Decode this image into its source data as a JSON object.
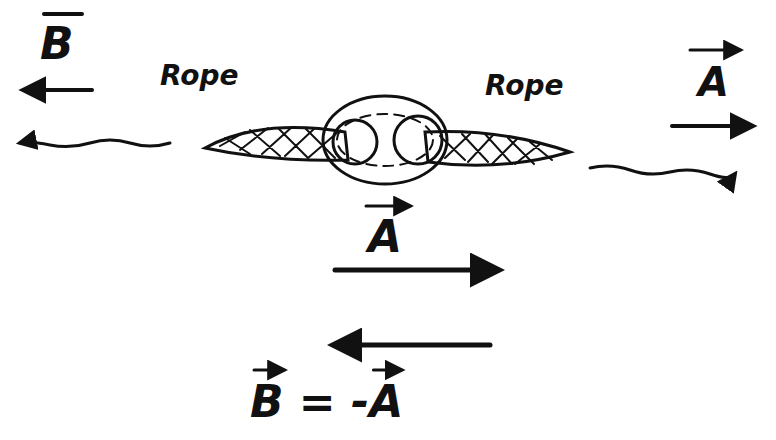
{
  "diagram": {
    "labels": [
      "B",
      "Rope",
      "Rope",
      "A",
      "A",
      "B = -A"
    ]
  }
}
